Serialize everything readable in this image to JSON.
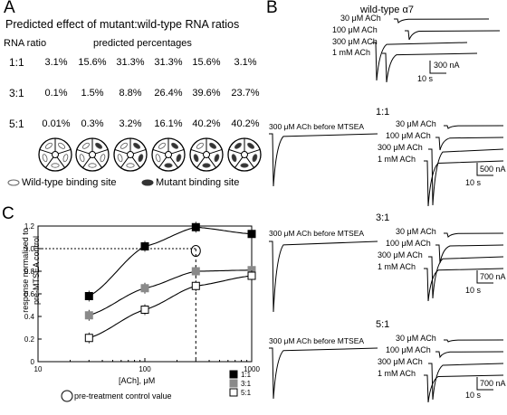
{
  "panels": {
    "a": "A",
    "b": "B",
    "c": "C"
  },
  "panel_a": {
    "title": "Predicted effect of mutant:wild-type RNA ratios",
    "col_header_ratio": "RNA ratio",
    "col_header_pct": "predicted percentages",
    "rows": [
      {
        "ratio": "1:1",
        "values": [
          "3.1%",
          "15.6%",
          "31.3%",
          "31.3%",
          "15.6%",
          "3.1%"
        ]
      },
      {
        "ratio": "3:1",
        "values": [
          "0.1%",
          "1.5%",
          "8.8%",
          "26.4%",
          "39.6%",
          "23.7%"
        ]
      },
      {
        "ratio": "5:1",
        "values": [
          "0.01%",
          "0.3%",
          "3.2%",
          "16.1%",
          "40.2%",
          "40.2%"
        ]
      }
    ],
    "mutant_subunits": [
      0,
      1,
      2,
      3,
      4,
      5
    ],
    "legend_wt": "Wild-type binding site",
    "legend_mut": "Mutant binding site"
  },
  "panel_b": {
    "wt_title": "wild-type α7",
    "labels_30": "30 μM ACh",
    "labels_100": "100 μM ACh",
    "labels_300": "300 μM ACh",
    "labels_1000": "1 mM ACh",
    "before_label": "300 μM ACh before MTSEA",
    "groups": [
      {
        "title": "1:1",
        "scale_current": "500 nA",
        "scale_time": "10 s"
      },
      {
        "title": "3:1",
        "scale_current": "700 nA",
        "scale_time": "10 s"
      },
      {
        "title": "5:1",
        "scale_current": "700 nA",
        "scale_time": "10 s"
      }
    ],
    "wt_scale_current": "300 nA",
    "wt_scale_time": "10 s"
  },
  "chart_data": {
    "type": "scatter",
    "xlabel": "[ACh], μM",
    "ylabel_line1": "response normalized to",
    "ylabel_line2": "pre-MTSEA control",
    "x_scale": "log",
    "xlim": [
      10,
      1000
    ],
    "ylim": [
      0,
      1.2
    ],
    "x_ticks": [
      "10",
      "100",
      "1000"
    ],
    "y_ticks": [
      "0",
      "0.2",
      "0.4",
      "0.6",
      "0.8",
      "1.0",
      "1.2"
    ],
    "reference_y": 1.0,
    "reference_x": 300,
    "series": [
      {
        "name": "1:1",
        "color": "#000000",
        "x": [
          30,
          100,
          300,
          1000
        ],
        "y": [
          0.58,
          1.02,
          1.19,
          1.13
        ]
      },
      {
        "name": "3:1",
        "color": "#8a8a8a",
        "x": [
          30,
          100,
          300,
          1000
        ],
        "y": [
          0.41,
          0.65,
          0.8,
          0.81
        ]
      },
      {
        "name": "5:1",
        "color": "#ffffff",
        "x": [
          30,
          100,
          300,
          1000
        ],
        "y": [
          0.21,
          0.46,
          0.67,
          0.76
        ]
      }
    ],
    "control_point": {
      "x": 300,
      "y": 0.98
    },
    "control_legend": "pre-treatment control value"
  }
}
